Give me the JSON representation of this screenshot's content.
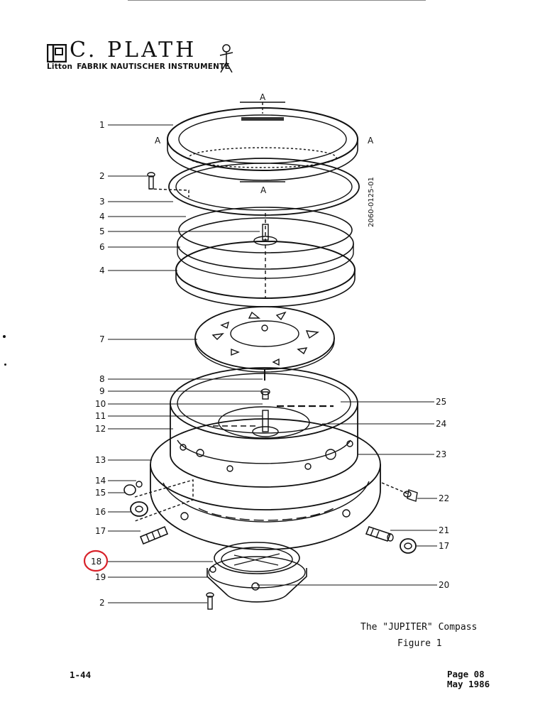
{
  "brand": {
    "name": "C. PLATH",
    "company": "Litton",
    "subtitle": "FABRIK NAUTISCHER INSTRUMENTE"
  },
  "drawing_number": "2060-0125-01",
  "section_marks": [
    "A",
    "A",
    "A",
    "A"
  ],
  "left_labels": [
    "1",
    "2",
    "3",
    "4",
    "5",
    "6",
    "4",
    "7",
    "8",
    "9",
    "10",
    "11",
    "12",
    "13",
    "14",
    "15",
    "16",
    "17",
    "18",
    "19",
    "2"
  ],
  "right_labels": [
    "25",
    "24",
    "23",
    "22",
    "21",
    "17",
    "20"
  ],
  "caption": {
    "title": "The \"JUPITER\" Compass",
    "figure": "Figure 1"
  },
  "footer": {
    "doc_ref": "1-44",
    "page": "Page 08",
    "date": "May 1986"
  },
  "highlight_color": "#d8222a"
}
